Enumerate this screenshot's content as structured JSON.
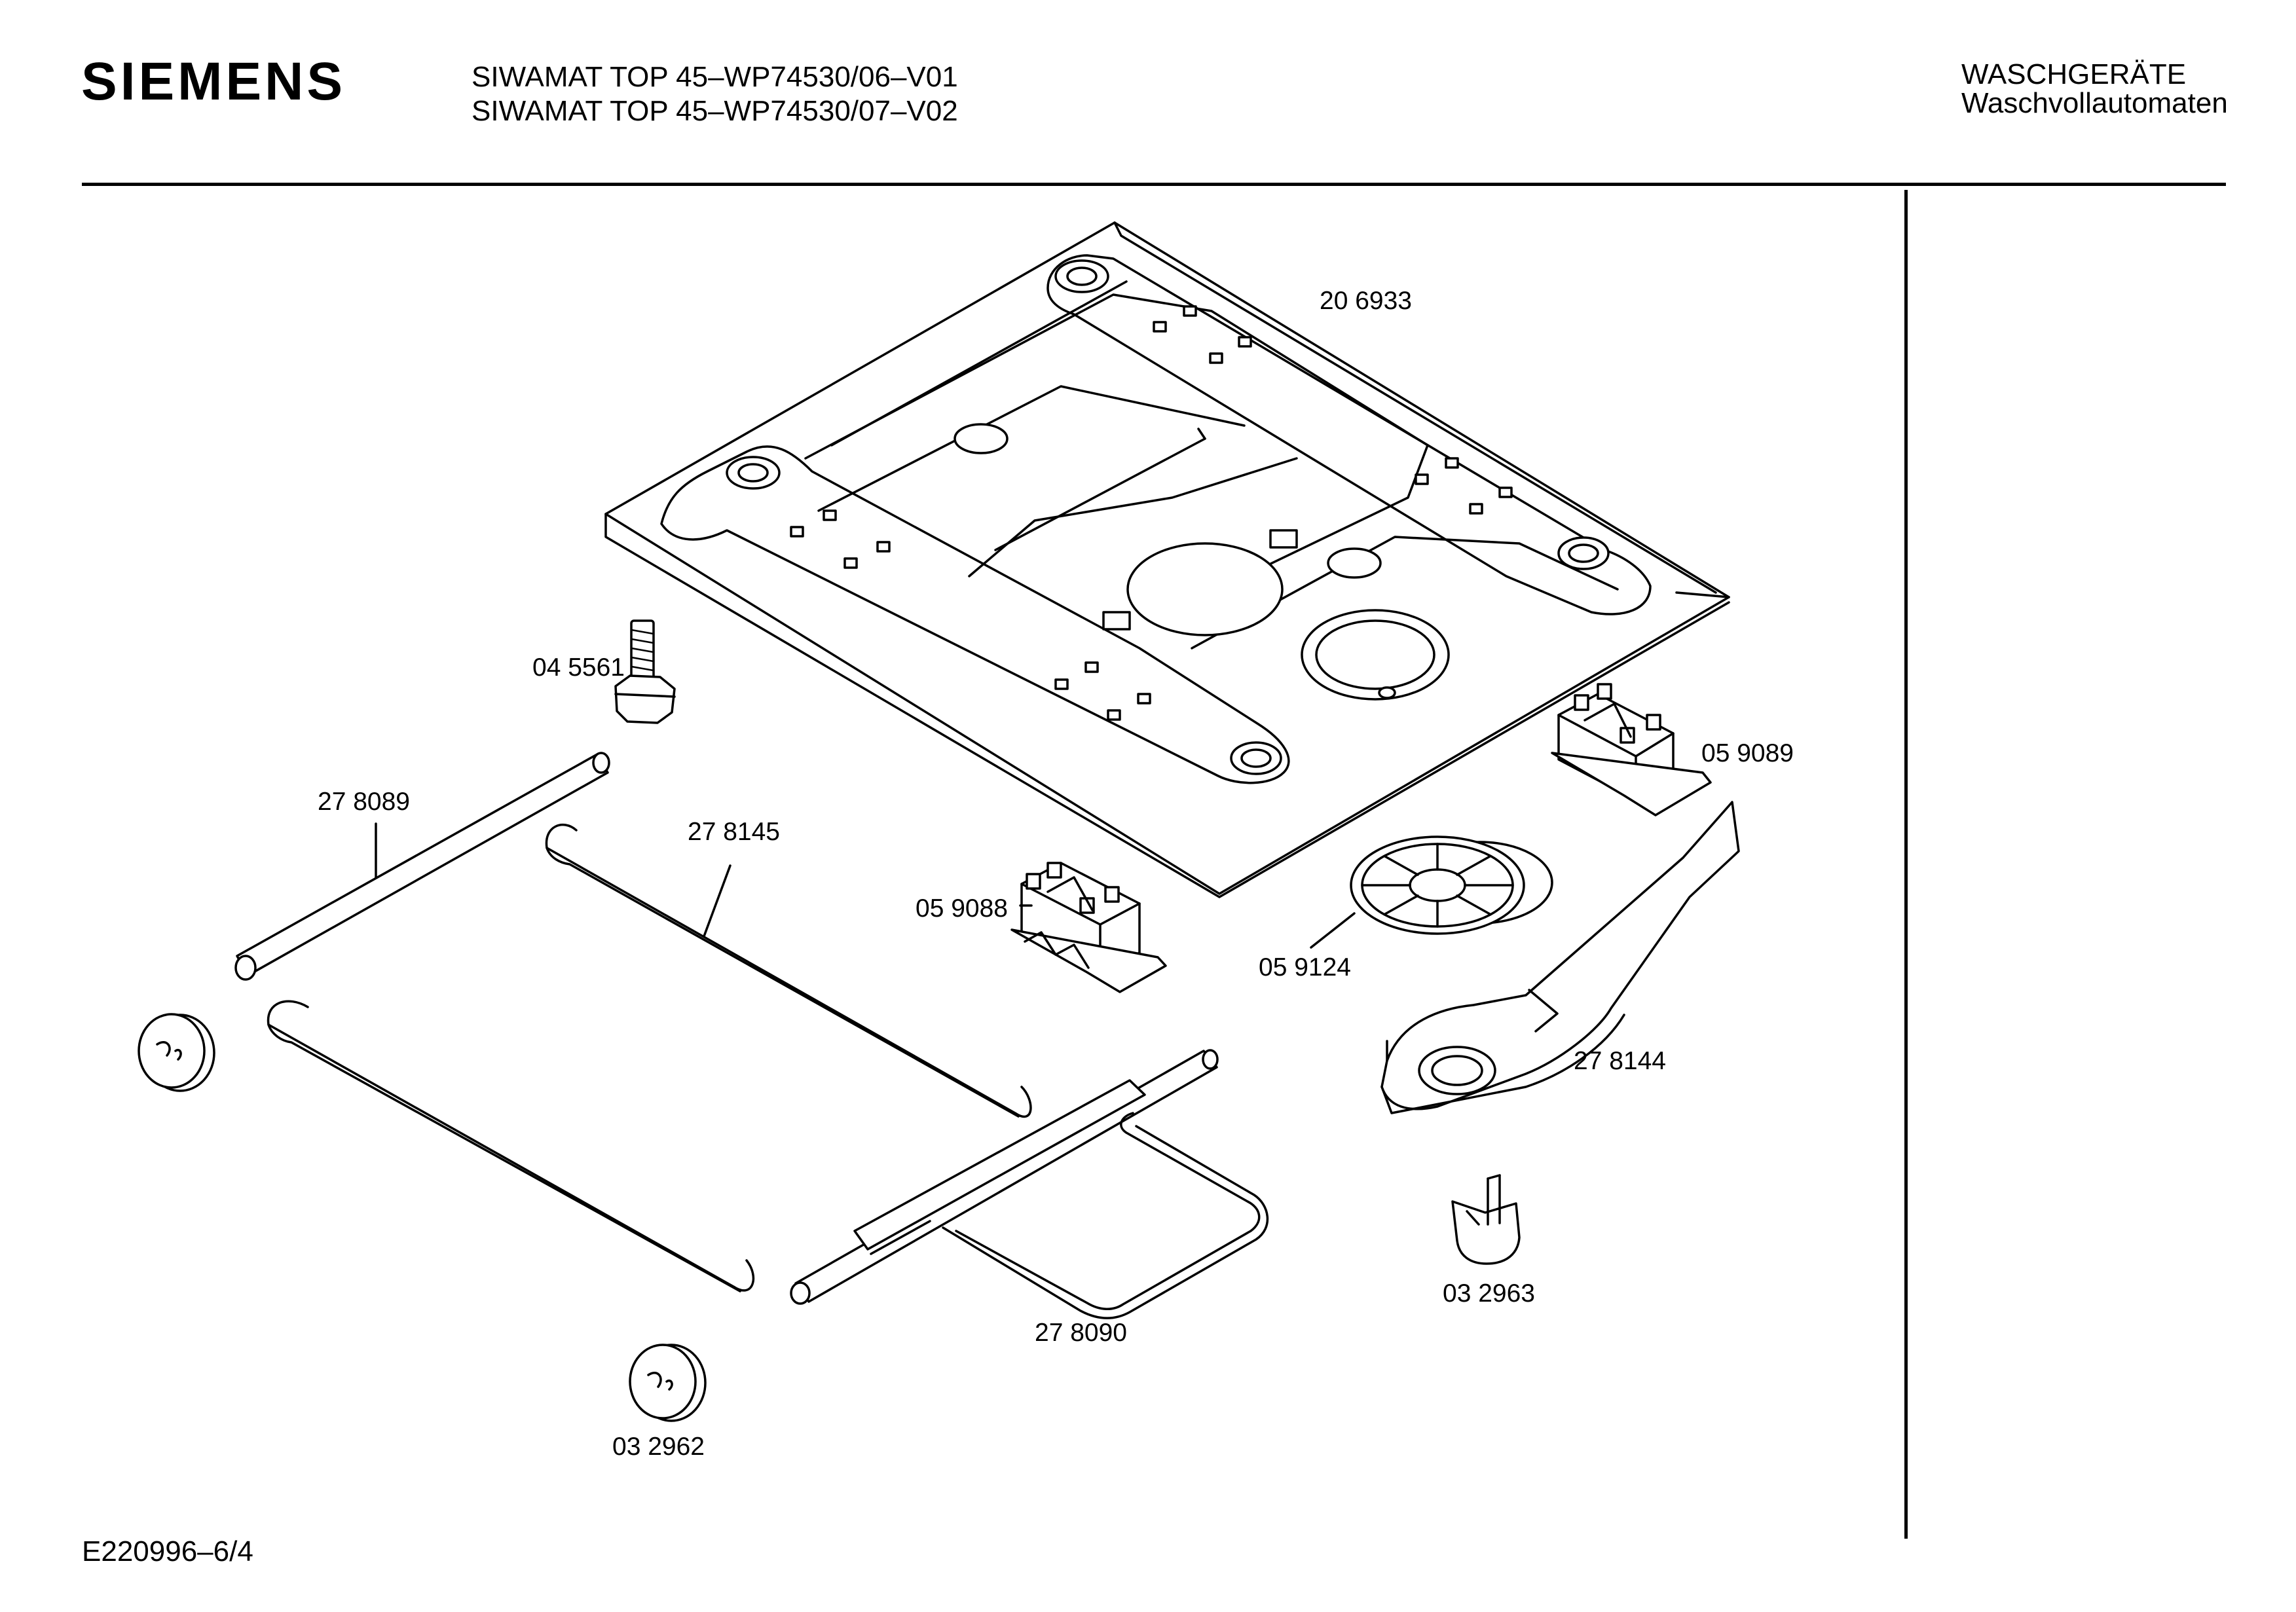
{
  "header": {
    "brand": "SIEMENS",
    "models": [
      "SIWAMAT TOP 45–WP74530/06–V01",
      "SIWAMAT TOP 45–WP74530/07–V02"
    ],
    "category": "WASCHGERÄTE",
    "subcategory": "Waschvollautomaten"
  },
  "parts": {
    "base_plate": "20 6933",
    "screw": "04 5561",
    "rod": "27 8089",
    "hose_clip": "27 8145",
    "bracket_right": "05 9089",
    "bracket_left": "05 9088",
    "disc": "05 9124",
    "arm": "27 8144",
    "foot": "03 2962",
    "frame": "27 8090",
    "cap": "03 2963"
  },
  "footer": {
    "code": "E220996–6/4"
  }
}
